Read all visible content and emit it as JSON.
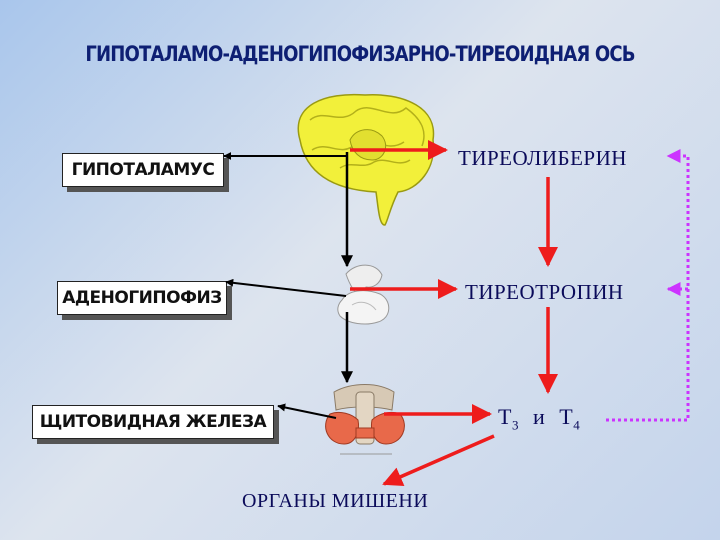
{
  "title": "ГИПОТАЛАМО-АДЕНОГИПОФИЗАРНО-ТИРЕОИДНАЯ ОСЬ",
  "organs": {
    "hypothalamus": "ГИПОТАЛАМУС",
    "adenohypophysis": "АДЕНОГИПОФИЗ",
    "thyroid": "ЩИТОВИДНАЯ ЖЕЛЕЗА"
  },
  "hormones": {
    "thyroliberin": "ТИРЕОЛИБЕРИН",
    "thyrotropin": "ТИРЕОТРОПИН",
    "t3": "Т",
    "t3_sub": "3",
    "and": "и",
    "t4": "Т",
    "t4_sub": "4"
  },
  "target_organs": "ОРГАНЫ МИШЕНИ",
  "colors": {
    "hormone_arrow": "#ee1c1c",
    "organ_arrow": "#000000",
    "feedback": "#cc33ff",
    "title": "#0e1f73",
    "brain": "#f2f03a"
  },
  "icons": [
    "brain-icon",
    "pituitary-icon",
    "thyroid-icon"
  ]
}
